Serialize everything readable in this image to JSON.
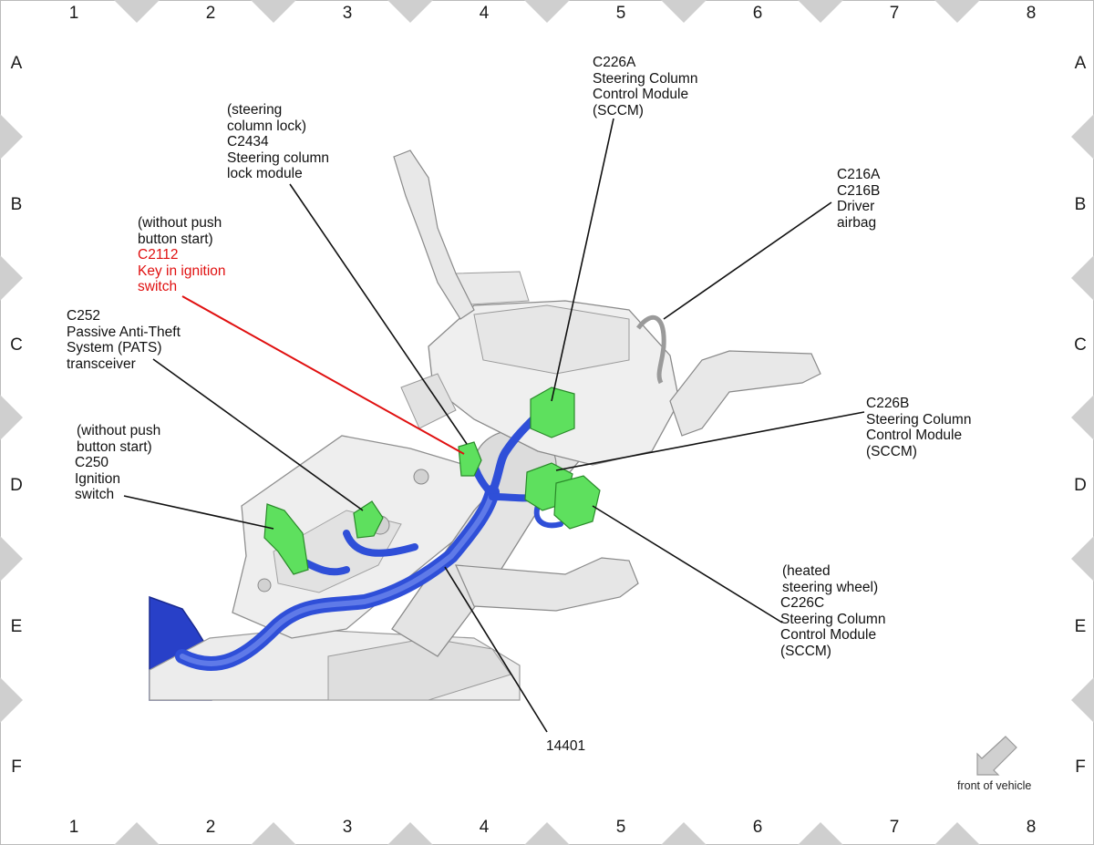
{
  "grid": {
    "columns": [
      "1",
      "2",
      "3",
      "4",
      "5",
      "6",
      "7",
      "8"
    ],
    "rows": [
      "A",
      "B",
      "C",
      "D",
      "E",
      "F"
    ]
  },
  "callouts": {
    "c226a": {
      "lines": [
        "C226A",
        "Steering Column",
        "Control Module",
        "(SCCM)"
      ]
    },
    "c2434": {
      "lines": [
        "(steering",
        "column lock)",
        "C2434",
        "Steering column",
        "lock module"
      ]
    },
    "c216": {
      "lines": [
        "C216A",
        "C216B",
        "Driver",
        "airbag"
      ]
    },
    "c2112": {
      "note": [
        "(without push",
        "button start)"
      ],
      "lines": [
        "C2112",
        "Key in ignition",
        "switch"
      ]
    },
    "c252": {
      "lines": [
        "C252",
        "Passive Anti-Theft",
        "System (PATS)",
        "transceiver"
      ]
    },
    "c226b": {
      "lines": [
        "C226B",
        "Steering Column",
        "Control Module",
        "(SCCM)"
      ]
    },
    "c250": {
      "lines": [
        "(without push",
        "button start)",
        "C250",
        "Ignition",
        "switch"
      ]
    },
    "c226c": {
      "lines": [
        "(heated",
        "steering wheel)",
        "C226C",
        "Steering Column",
        "Control Module",
        "(SCCM)"
      ]
    },
    "harness": {
      "label": "14401"
    }
  },
  "front_of_vehicle": {
    "label": "front of vehicle"
  },
  "colors": {
    "connector": "#5ee05e",
    "harness": "#2f4fd8",
    "highlight_leader": "#e01010",
    "component": "#e6e6e6"
  }
}
